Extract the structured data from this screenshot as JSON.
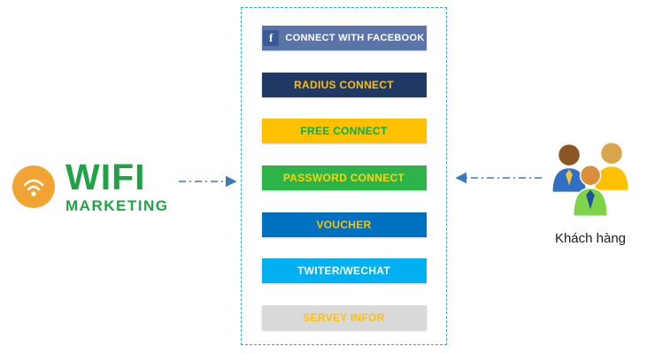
{
  "logo": {
    "title": "WIFI",
    "subtitle": "MARKETING",
    "icon": "wifi-icon",
    "circle_color": "#F2A432",
    "text_color": "#21A244"
  },
  "connect_panel": {
    "border_color": "#2BAAE2",
    "buttons": [
      {
        "id": "facebook",
        "label": "CONNECT WITH FACEBOOK",
        "bg": "#5B74A8",
        "color": "#FFFFFF",
        "icon": "facebook-icon"
      },
      {
        "id": "radius",
        "label": "RADIUS CONNECT",
        "bg": "#1F3864",
        "color": "#FFC000"
      },
      {
        "id": "free",
        "label": "FREE CONNECT",
        "bg": "#FFC000",
        "color": "#00B050"
      },
      {
        "id": "password",
        "label": "PASSWORD CONNECT",
        "bg": "#2CB34A",
        "color": "#FFD400"
      },
      {
        "id": "voucher",
        "label": "VOUCHER",
        "bg": "#0070C0",
        "color": "#FFC000"
      },
      {
        "id": "twitter",
        "label": "TWITER/WECHAT",
        "bg": "#00B0F0",
        "color": "#FFFFFF"
      },
      {
        "id": "survey",
        "label": "SERVEY INFOR",
        "bg": "#D9D9D9",
        "color": "#FFC000"
      }
    ]
  },
  "customers": {
    "label": "Khách hàng",
    "icon": "people-icon"
  },
  "arrows": {
    "color": "#3A7ABF",
    "style": "dash-dot"
  }
}
